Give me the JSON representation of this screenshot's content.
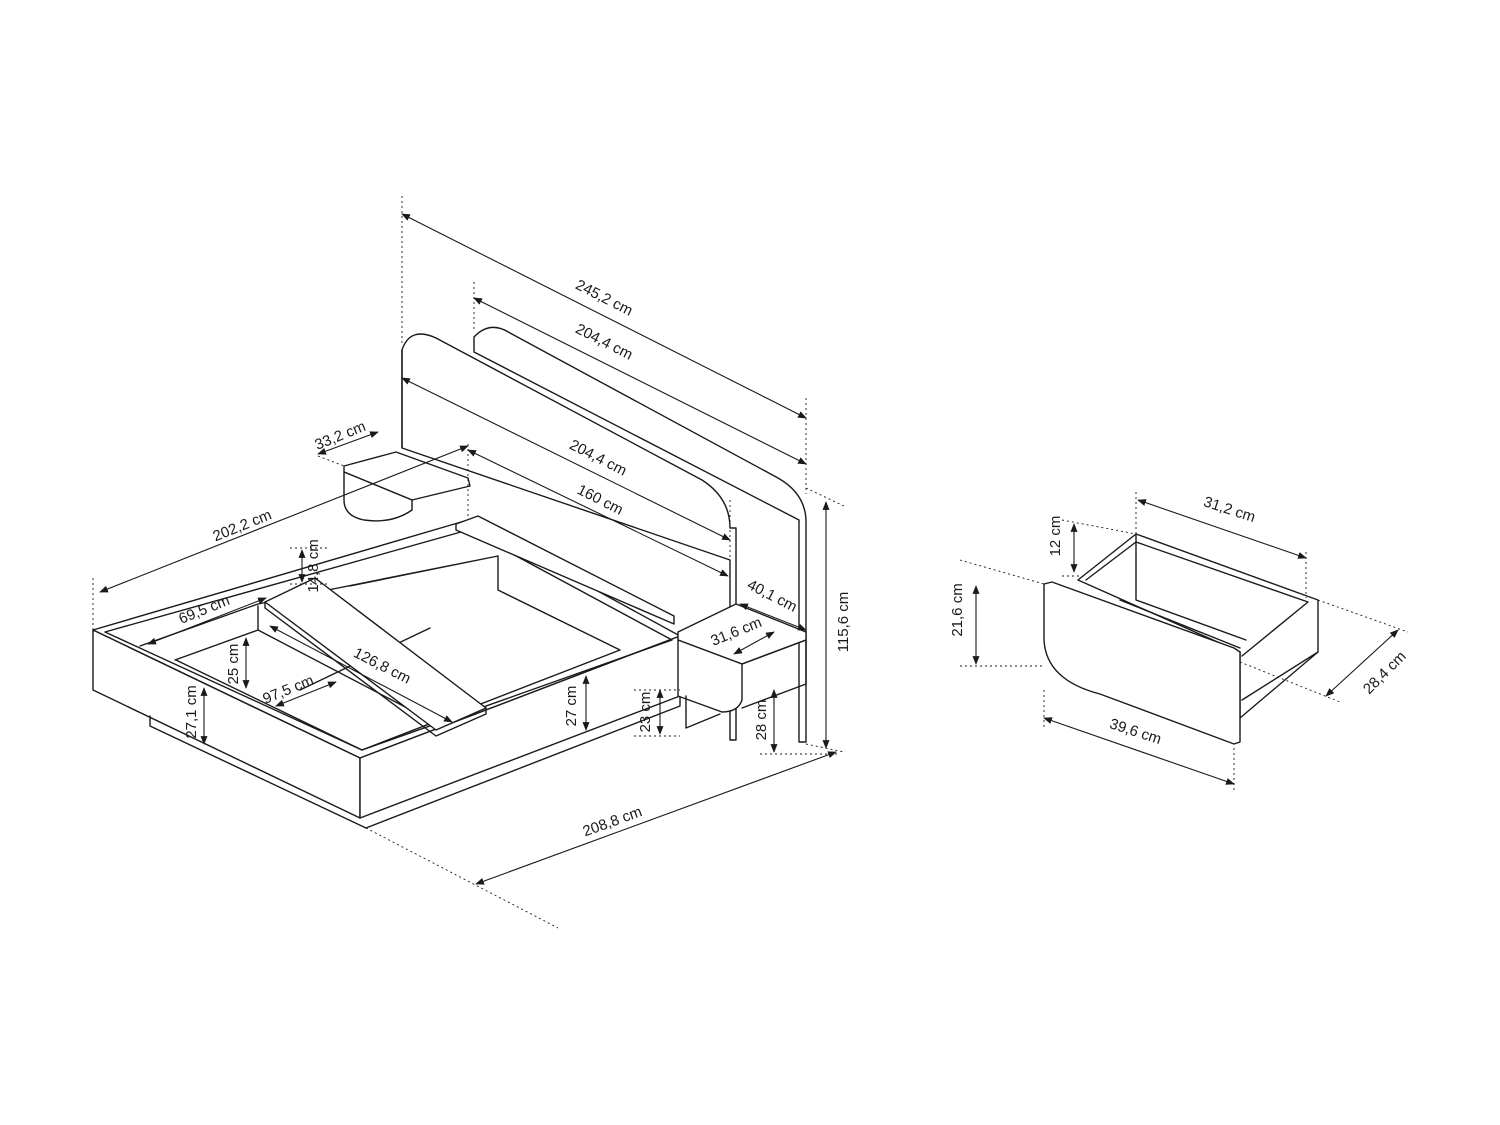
{
  "bed": {
    "total_length": "245,2 cm",
    "headboard_width_top": "204,4 cm",
    "headboard_width": "204,4 cm",
    "mattress_width": "160 cm",
    "left_table_depth": "33,2 cm",
    "frame_length": "202,2 cm",
    "slat_thickness": "14,8 cm",
    "side_box_width": "69,5 cm",
    "compartment_height": "25 cm",
    "inner_length": "126,8 cm",
    "inner_width": "97,5 cm",
    "frame_height_left": "27,1 cm",
    "frame_height_right": "27 cm",
    "table_height": "23 cm",
    "table_top": "31,6 cm",
    "table_depth": "40,1 cm",
    "table_floor": "28 cm",
    "total_height": "115,6 cm",
    "base_length": "208,8 cm"
  },
  "drawer": {
    "inner_width": "31,2 cm",
    "inner_height": "12 cm",
    "front_height": "21,6 cm",
    "depth": "28,4 cm",
    "front_width": "39,6 cm"
  }
}
